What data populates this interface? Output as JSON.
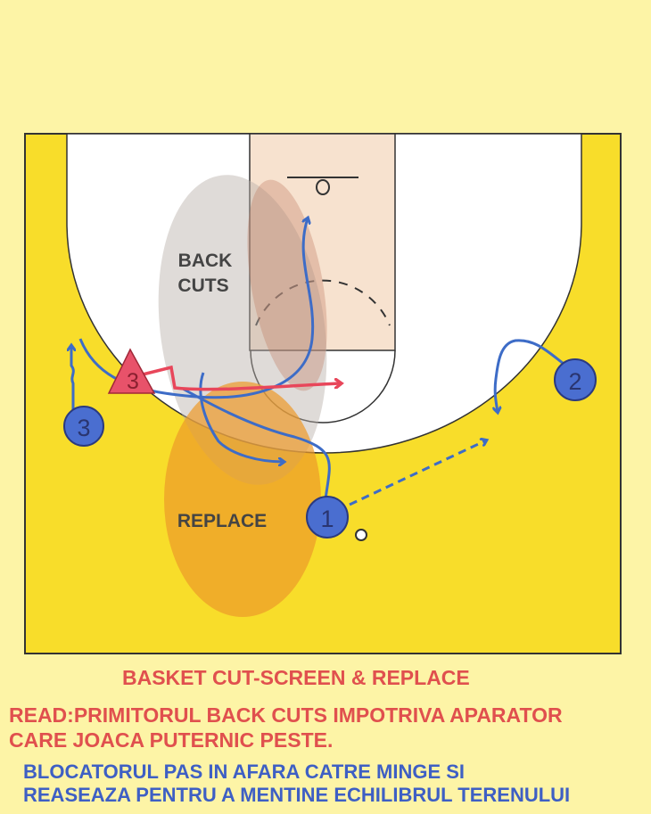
{
  "diagram": {
    "labels": {
      "back_cuts_line1": "BACK",
      "back_cuts_line2": "CUTS",
      "replace": "REPLACE"
    },
    "players": {
      "offense_1": "1",
      "offense_2": "2",
      "offense_3": "3",
      "defender_3": "3"
    },
    "colors": {
      "court": "#f8dd2a",
      "background": "#fdf4a6",
      "paint": "#f7e2cf",
      "offense": "#4a6ed0",
      "defense": "#e8526a",
      "cut_line": "#3d6cc7",
      "screen_line": "#e8465a"
    }
  },
  "captions": {
    "title": "BASKET CUT-SCREEN & REPLACE",
    "read_line1": "READ:PRIMITORUL BACK CUTS IMPOTRIVA APARATOR",
    "read_line2": "CARE JOACA PUTERNIC PESTE.",
    "blue_line1": "BLOCATORUL PAS IN AFARA CATRE MINGE SI",
    "blue_line2": "REASEAZA PENTRU A MENTINE ECHILIBRUL TERENULUI"
  }
}
